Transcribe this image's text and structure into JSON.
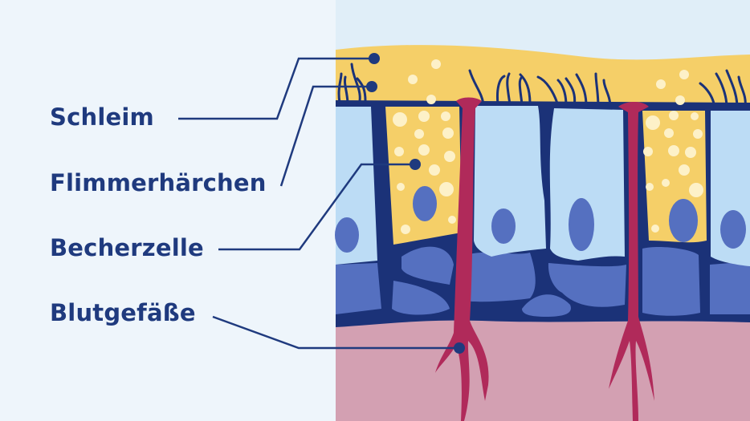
{
  "labels": {
    "mucus": "Schleim",
    "cilia": "Flimmerhärchen",
    "goblet_cell": "Becherzelle",
    "blood_vessels": "Blutgefäße"
  },
  "colors": {
    "label_text": "#1f3a7e",
    "mucus": "#f5cf68",
    "cell_outline": "#1b3278",
    "ciliated_cell": "#bcdcf5",
    "basal_cell": "#5570c0",
    "connective_tissue": "#d3a0b2",
    "blood_vessel": "#b02a5a",
    "mucus_granule": "#fdf1c8"
  }
}
